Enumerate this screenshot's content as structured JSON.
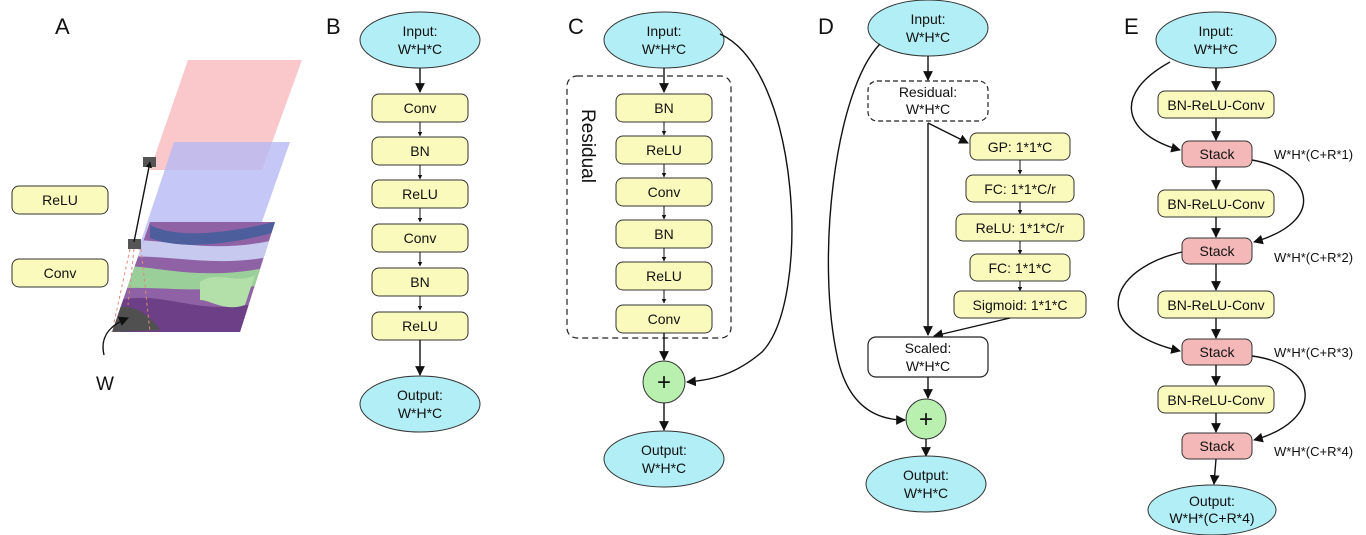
{
  "panels": {
    "A": {
      "label": "A",
      "relu": "ReLU",
      "conv": "Conv",
      "w": "W"
    },
    "B": {
      "label": "B",
      "input": [
        "Input:",
        "W*H*C"
      ],
      "layers": [
        "Conv",
        "BN",
        "ReLU",
        "Conv",
        "BN",
        "ReLU"
      ],
      "output": [
        "Output:",
        "W*H*C"
      ]
    },
    "C": {
      "label": "C",
      "input": [
        "Input:",
        "W*H*C"
      ],
      "residual_label": "Residual",
      "layers": [
        "BN",
        "ReLU",
        "Conv",
        "BN",
        "ReLU",
        "Conv"
      ],
      "plus": "+",
      "output": [
        "Output:",
        "W*H*C"
      ]
    },
    "D": {
      "label": "D",
      "input": [
        "Input:",
        "W*H*C"
      ],
      "residual": [
        "Residual:",
        "W*H*C"
      ],
      "se_layers": [
        "GP: 1*1*C",
        "FC: 1*1*C/r",
        "ReLU: 1*1*C/r",
        "FC: 1*1*C",
        "Sigmoid: 1*1*C"
      ],
      "scaled": [
        "Scaled:",
        "W*H*C"
      ],
      "plus": "+",
      "output": [
        "Output:",
        "W*H*C"
      ]
    },
    "E": {
      "label": "E",
      "input": [
        "Input:",
        "W*H*C"
      ],
      "conv_label": "BN-ReLU-Conv",
      "stack_label": "Stack",
      "stack_dims": [
        "W*H*(C+R*1)",
        "W*H*(C+R*2)",
        "W*H*(C+R*3)",
        "W*H*(C+R*4)"
      ],
      "output": [
        "Output:",
        "W*H*(C+R*4)"
      ]
    }
  },
  "colors": {
    "io_fill": "#b2eef5",
    "layer_fill": "#fafabd",
    "stack_fill": "#f5b8b8",
    "plus_fill": "#b9f0b0",
    "plane_red": "#f8b4b8",
    "plane_blue": "#b7baf4"
  }
}
